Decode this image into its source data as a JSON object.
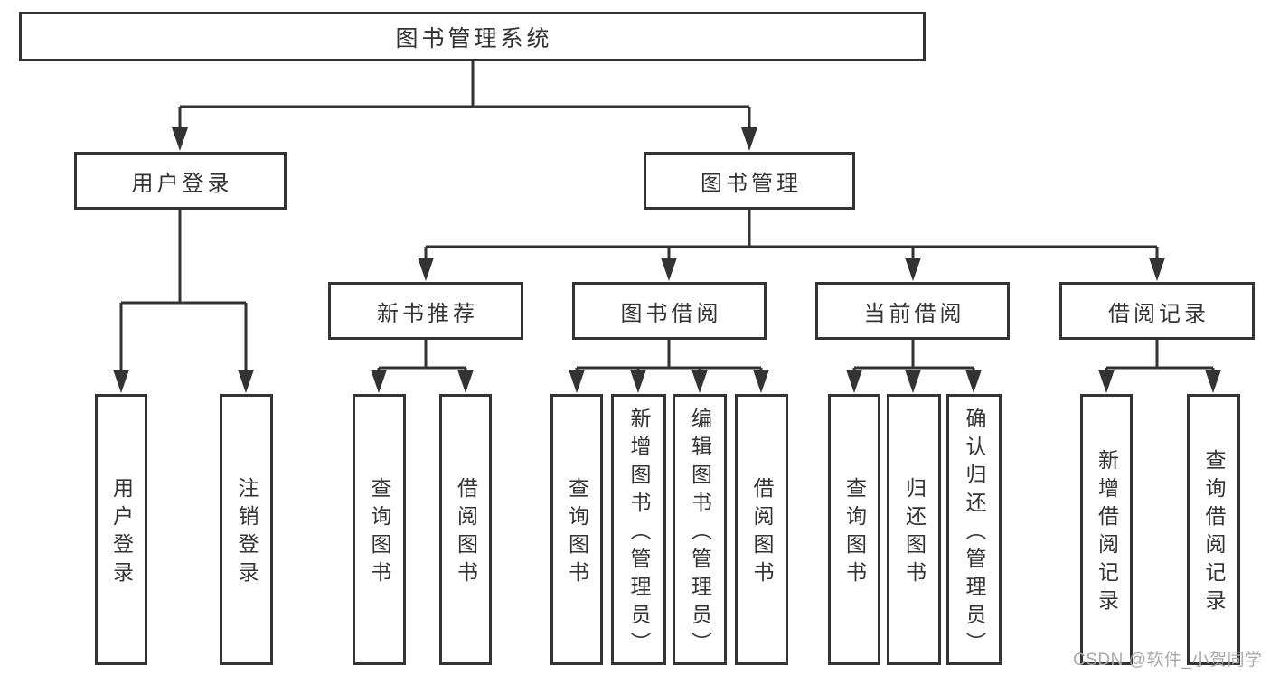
{
  "style": {
    "line_color": "#333333",
    "text_color": "#333333",
    "box_background": "#ffffff",
    "background": "#ffffff",
    "watermark_color": "#a9a9a9"
  },
  "watermark": "CSDN @软件_小贺同学",
  "tree": {
    "label": "图书管理系统",
    "children": [
      {
        "label": "用户登录",
        "children": [
          {
            "label": "用户登录"
          },
          {
            "label": "注销登录"
          }
        ]
      },
      {
        "label": "图书管理",
        "children": [
          {
            "label": "新书推荐",
            "children": [
              {
                "label": "查询图书"
              },
              {
                "label": "借阅图书"
              }
            ]
          },
          {
            "label": "图书借阅",
            "children": [
              {
                "label": "查询图书"
              },
              {
                "label": "新增图书（管理员）"
              },
              {
                "label": "编辑图书（管理员）"
              },
              {
                "label": "借阅图书"
              }
            ]
          },
          {
            "label": "当前借阅",
            "children": [
              {
                "label": "查询图书"
              },
              {
                "label": "归还图书"
              },
              {
                "label": "确认归还（管理员）"
              }
            ]
          },
          {
            "label": "借阅记录",
            "children": [
              {
                "label": "新增借阅记录"
              },
              {
                "label": "查询借阅记录"
              }
            ]
          }
        ]
      }
    ]
  }
}
